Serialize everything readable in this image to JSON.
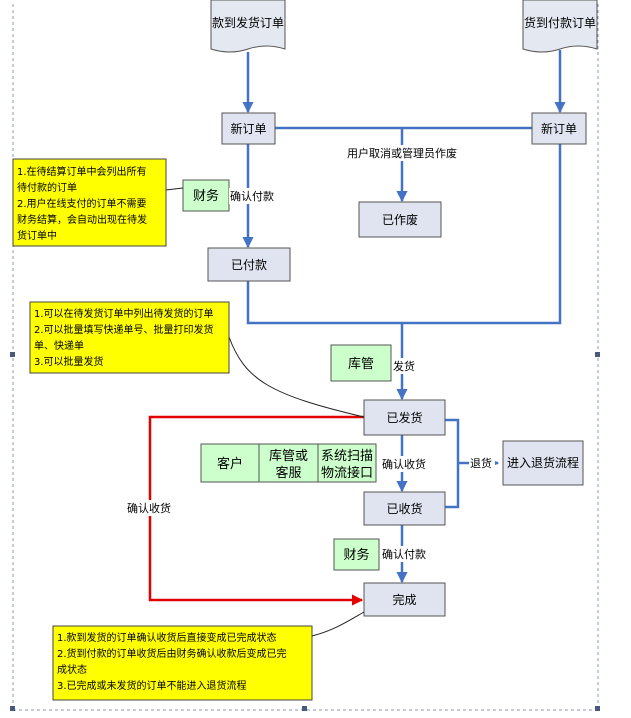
{
  "documents": {
    "cod": "款到发货订单",
    "cbd": "货到付款订单"
  },
  "nodes": {
    "new_left": "新订单",
    "new_right": "新订单",
    "voided": "已作废",
    "paid": "已付款",
    "shipped": "已发货",
    "received": "已收货",
    "return_flow": "进入退货流程",
    "complete": "完成"
  },
  "roles": {
    "finance_top": "财务",
    "warehouse": "库管",
    "customer": "客户",
    "warehouse_or_cs_line1": "库管或",
    "warehouse_or_cs_line2": "客服",
    "system_scan_line1": "系统扫描",
    "system_scan_line2": "物流接口",
    "finance_bottom": "财务"
  },
  "edge_labels": {
    "cancel": "用户取消或管理员作废",
    "confirm_pay_top": "确认付款",
    "ship": "发货",
    "confirm_receipt": "确认收货",
    "return": "退货",
    "confirm_pay_bottom": "确认付款",
    "confirm_receipt_red": "确认收货"
  },
  "notes": {
    "note1": [
      "1.在待结算订单中会列出所有",
      "待付款的订单",
      "2.用户在线支付的订单不需要",
      "财务结算，会自动出现在待发",
      "货订单中"
    ],
    "note2": [
      "1.可以在待发货订单中列出待发货的订单",
      "2.可以批量填写快递单号、批量打印发货",
      "单、快递单",
      "3.可以批量发货"
    ],
    "note3": [
      "1.款到发货的订单确认收货后直接变成已完成状态",
      "2.货到付款的订单收货后由财务确认收款后变成已完",
      "成状态",
      "3.已完成或未发货的订单不能进入退货流程"
    ]
  },
  "colors": {
    "flow_line": "#4472c4",
    "red_line": "#e30000",
    "process_fill": "#dfe4f0",
    "role_fill": "#ccffcc",
    "note_fill": "#ffff00",
    "border": "#555555"
  }
}
